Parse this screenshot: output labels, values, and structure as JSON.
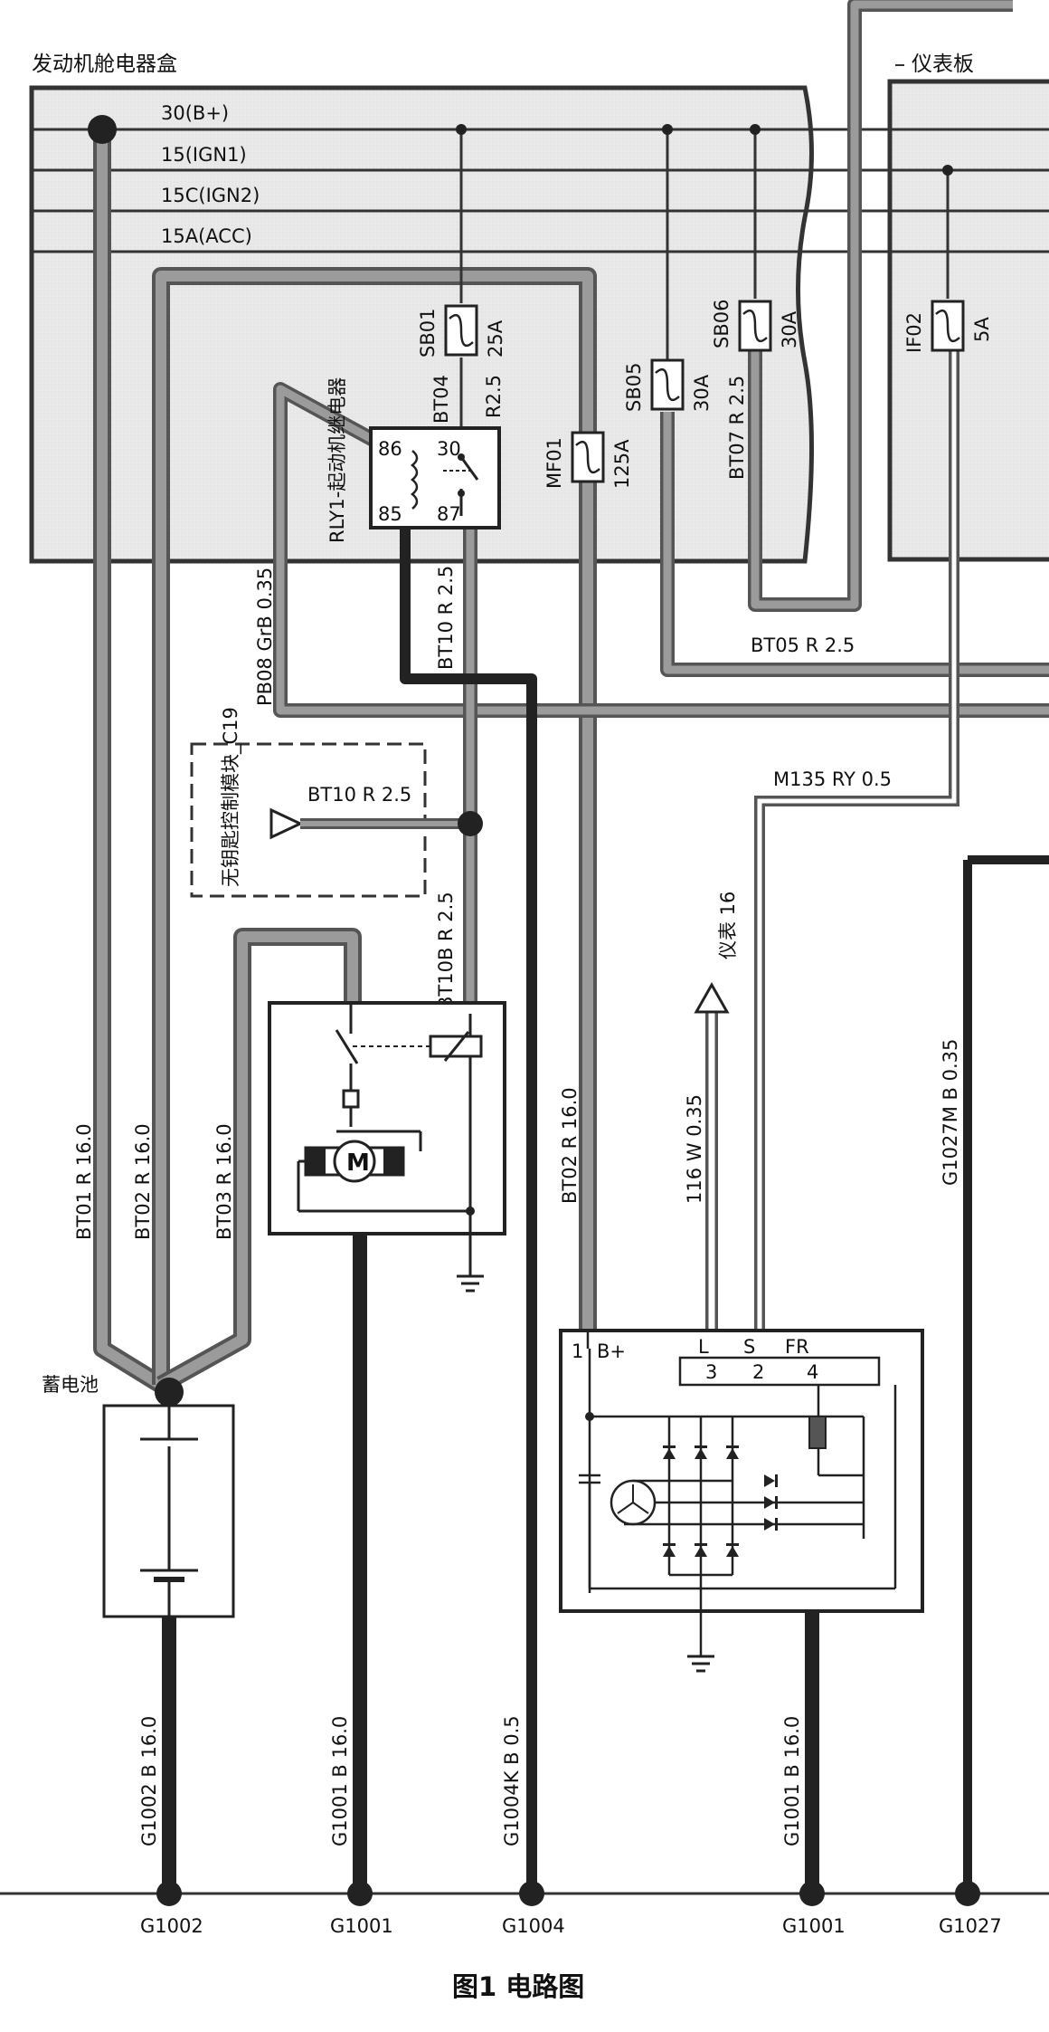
{
  "boxes": {
    "engine_bay": "发动机舱电器盒",
    "instrument_panel": "仪表板",
    "keyless_module": "无钥匙控制模块_C19",
    "battery": "蓄电池"
  },
  "power_lines": [
    "30(B+)",
    "15(IGN1)",
    "15C(IGN2)",
    "15A(ACC)"
  ],
  "fuses": {
    "sb01": {
      "name": "SB01",
      "rating": "25A"
    },
    "sb05": {
      "name": "SB05",
      "rating": "30A"
    },
    "sb06": {
      "name": "SB06",
      "rating": "30A"
    },
    "mf01": {
      "name": "MF01",
      "rating": "125A"
    },
    "if02": {
      "name": "IF02",
      "rating": "5A"
    }
  },
  "relay": {
    "name": "RLY1-起动机继电器",
    "pin86": "86",
    "pin30": "30",
    "pin85": "85",
    "pin87": "87"
  },
  "wires": {
    "bt04": "BT04",
    "r25": "R2.5",
    "bt07": "BT07 R 2.5",
    "pb08": "PB08 GrB 0.35",
    "bt10_vertical": "BT10 R 2.5",
    "bt05": "BT05 R 2.5",
    "m135": "M135 RY 0.5",
    "bt10_horizontal": "BT10 R 2.5",
    "bt10b": "BT10B R 2.5",
    "bt01": "BT01 R 16.0",
    "bt02_left": "BT02 R 16.0",
    "bt03": "BT03 R 16.0",
    "bt02_right": "BT02 R 16.0",
    "w116": "116 W 0.35",
    "g1027m": "G1027M B 0.35",
    "g1002_w": "G1002 B 16.0",
    "g1001_left": "G1001 B 16.0",
    "g1004k": "G1004K B 0.5",
    "g1001_right": "G1001 B 16.0"
  },
  "meter_arrow": "仪表 16",
  "motor_label": "M",
  "alternator": {
    "pin1": "1",
    "pin1_label": "B+",
    "l": "L",
    "s": "S",
    "fr": "FR",
    "p3": "3",
    "p2": "2",
    "p4": "4"
  },
  "grounds": [
    "G1002",
    "G1001",
    "G1004",
    "G1001",
    "G1027"
  ],
  "caption": "图1  电路图"
}
